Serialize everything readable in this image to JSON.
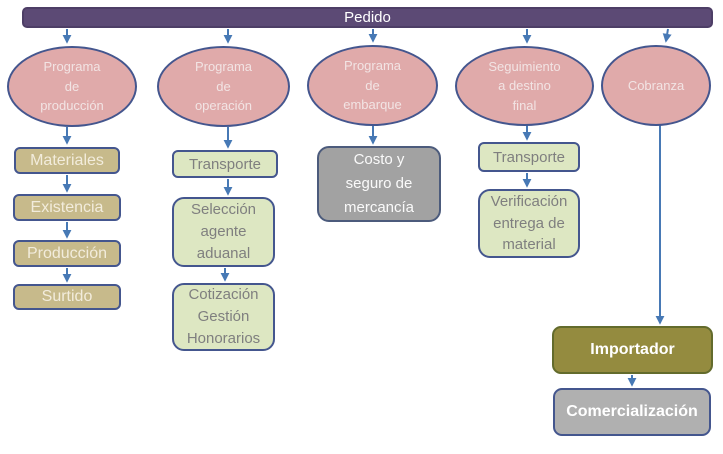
{
  "diagram": {
    "title_bar": {
      "label": "Pedido"
    },
    "columns": [
      {
        "ellipse": "Programa de producción",
        "boxes": [
          "Materiales",
          "Existencia",
          "Producción",
          "Surtido"
        ]
      },
      {
        "ellipse": "Programa de operación",
        "boxes": [
          "Transporte",
          "Selección agente aduanal",
          "Cotización Gestión Honorarios"
        ]
      },
      {
        "ellipse": "Programa de embarque",
        "boxes": [
          "Costo y seguro de mercancía"
        ]
      },
      {
        "ellipse": "Seguimiento a destino final",
        "boxes": [
          "Transporte",
          "Verificación entrega de material"
        ]
      },
      {
        "ellipse": "Cobranza",
        "boxes": [
          "Importador",
          "Comercialización"
        ]
      }
    ],
    "colors": {
      "bar_fill": "#5C4A75",
      "bar_border": "#4D3E66",
      "ellipse_fill": "#E0AAAA",
      "ellipse_text": "#F2E4E4",
      "blue_border": "#44568E",
      "tan_fill": "#C7BA8B",
      "tan_text": "#F2ECDC",
      "green_fill": "#DDE7C2",
      "green_text": "#7F7F7F",
      "gray_fill": "#A2A2A2",
      "gray_border": "#4C5B7C",
      "olive_fill": "#948B3F",
      "olive_border": "#636B2C",
      "lightgray_fill": "#B0B0B0",
      "arrow_color": "#4779B5"
    }
  }
}
